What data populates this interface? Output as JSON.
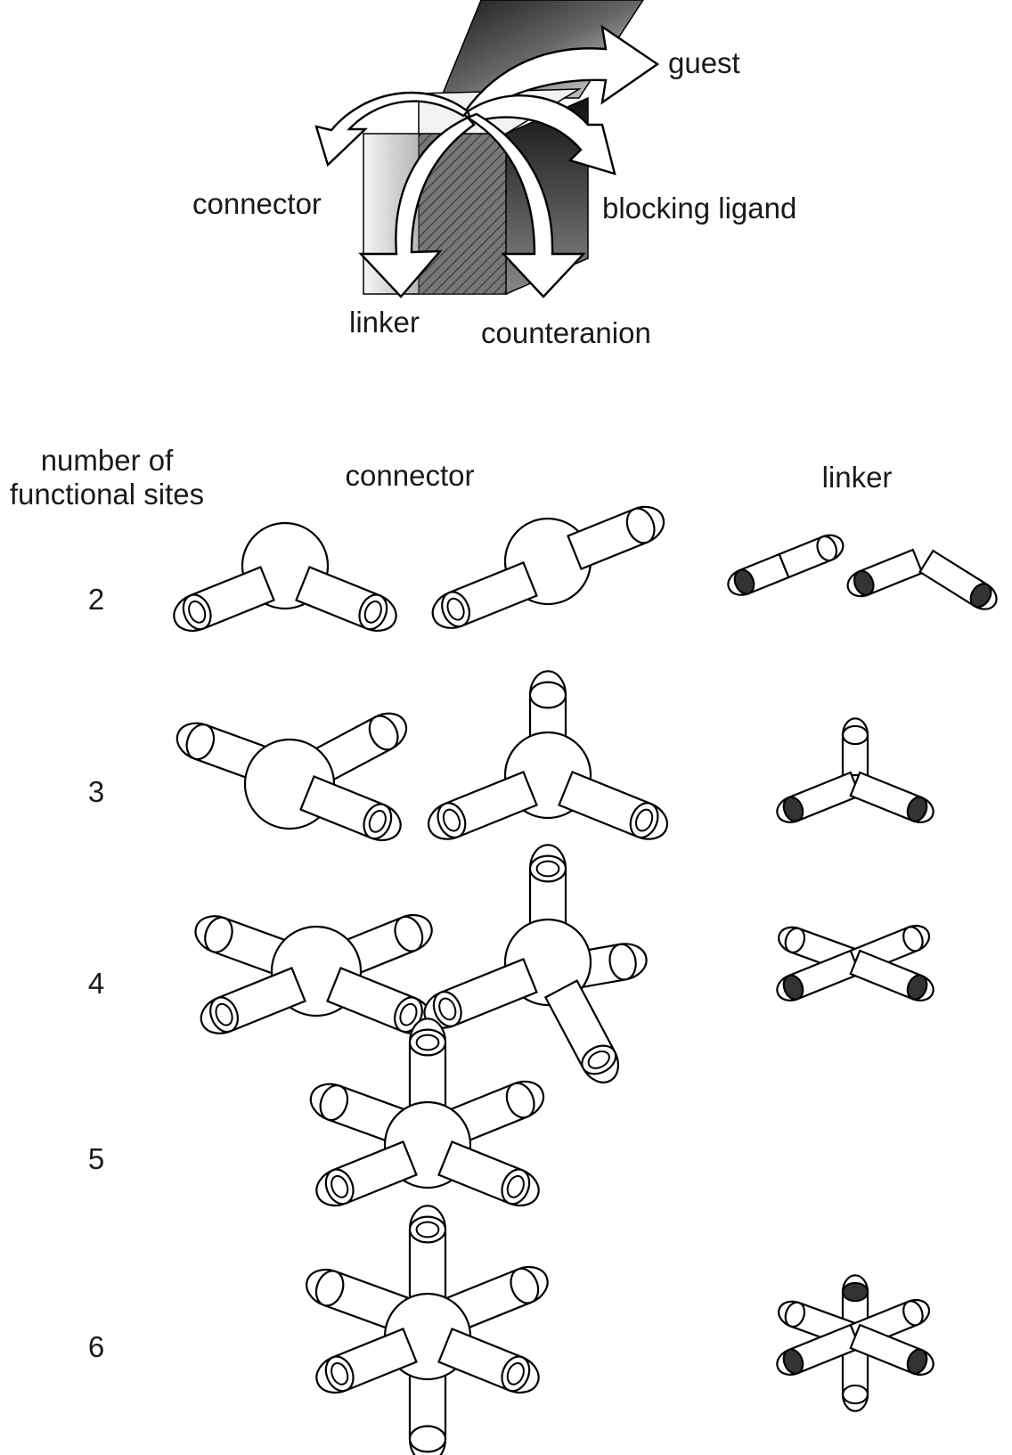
{
  "top_labels": {
    "guest": "guest",
    "connector": "connector",
    "blocking_ligand": "blocking ligand",
    "linker": "linker",
    "counteranion": "counteranion"
  },
  "table_header": {
    "sites_line1": "number of",
    "sites_line2": "functional sites",
    "connector": "connector",
    "linker": "linker"
  },
  "rows": [
    {
      "sites": "2"
    },
    {
      "sites": "3"
    },
    {
      "sites": "4"
    },
    {
      "sites": "5"
    },
    {
      "sites": "6"
    }
  ]
}
